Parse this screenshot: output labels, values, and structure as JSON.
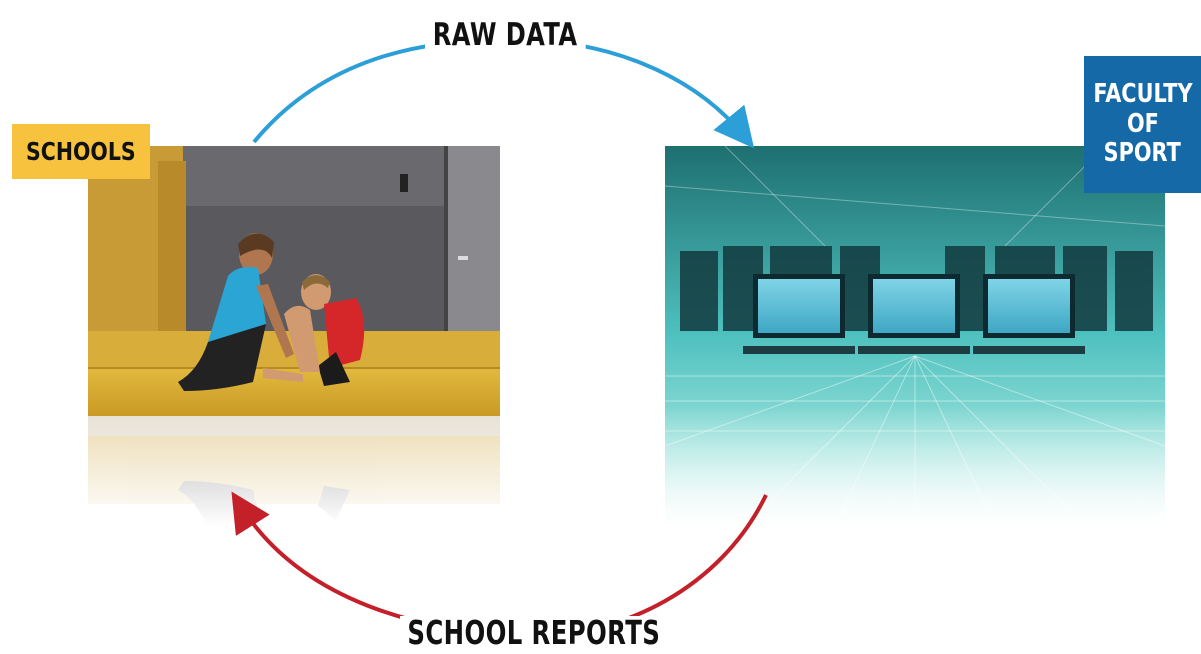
{
  "diagram": {
    "top_arrow_label": "RAW DATA",
    "bottom_arrow_label": "SCHOOL REPORTS",
    "left_node_label": "SCHOOLS",
    "right_node_label_lines": [
      "FACULTY",
      "OF",
      "SPORT"
    ]
  },
  "colors": {
    "top_arrow": "#2c9fd8",
    "bottom_arrow": "#c4202a",
    "schools_badge": "#f7c33f",
    "faculty_badge": "#1569a7"
  }
}
